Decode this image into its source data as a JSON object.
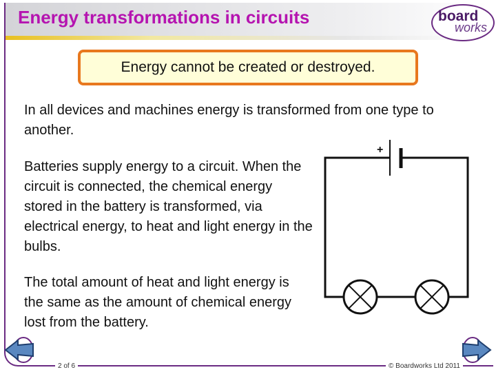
{
  "header": {
    "title": "Energy transformations in circuits",
    "logo_text_1": "board",
    "logo_text_2": "works"
  },
  "key_message": "Energy cannot be created or destroyed.",
  "paragraphs": [
    "In all devices and machines energy is transformed from one type to another.",
    "Batteries supply energy to a circuit. When the circuit is connected, the chemical energy stored in the battery is transformed, via electrical energy, to heat and light energy in the bulbs.",
    "The total amount of heat and light energy is the same as the amount of chemical energy lost from the battery."
  ],
  "diagram": {
    "battery_terminal": "+"
  },
  "footer": {
    "page": "2 of 6",
    "copyright": "© Boardworks Ltd 2011"
  },
  "colors": {
    "title": "#b514b0",
    "accent_border": "#e8781e",
    "frame": "#6a2a82",
    "nav_arrow": "#5a88c0"
  }
}
